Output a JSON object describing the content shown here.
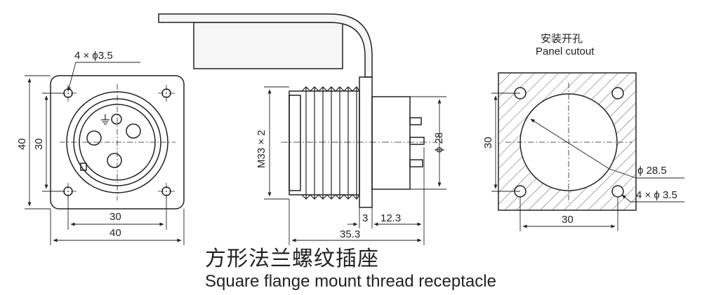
{
  "front_view": {
    "holes_note": "4 × ϕ3.5",
    "dim_height_outer": "40",
    "dim_height_inner": "30",
    "dim_width_inner": "30",
    "dim_width_outer": "40"
  },
  "side_view": {
    "thread_label": "M33 × 2",
    "dim_diameter": "ϕ 28",
    "dim_flange": "3",
    "dim_rear": "12.3",
    "dim_total": "35.3"
  },
  "cutout_view": {
    "title_cn": "安装开孔",
    "title_en": "Panel cutout",
    "dim_height": "30",
    "dim_width": "30",
    "dim_diameter": "ϕ 28.5",
    "holes_note": "4 × ϕ 3.5"
  },
  "caption": {
    "cn": "方形法兰螺纹插座",
    "en": "Square flange mount thread receptacle"
  },
  "colors": {
    "line": "#222222",
    "hatch": "#555555"
  }
}
